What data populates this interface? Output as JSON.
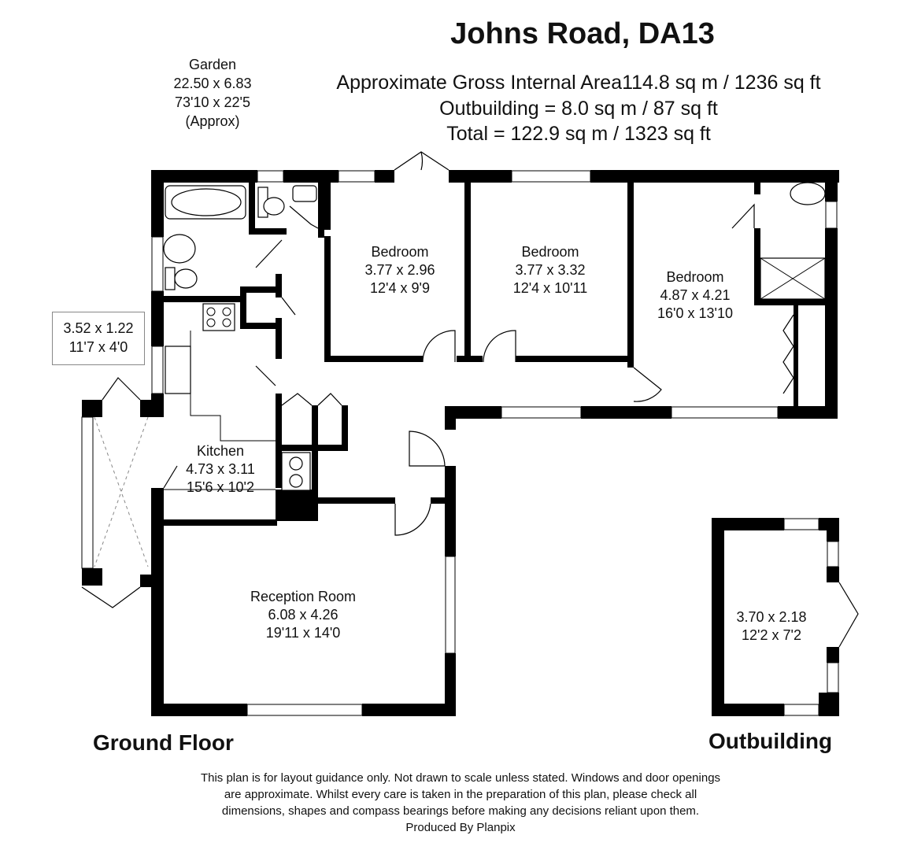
{
  "title": "Johns Road, DA13",
  "area": {
    "line1": "Approximate Gross Internal Area114.8 sq m / 1236 sq ft",
    "line2": "Outbuilding = 8.0 sq m / 87 sq ft",
    "line3": "Total = 122.9 sq m / 1323 sq ft"
  },
  "garden": {
    "name": "Garden",
    "metric": "22.50 x 6.83",
    "imperial": "73'10 x 22'5",
    "note": "(Approx)"
  },
  "rooms": {
    "bedroom1": {
      "name": "Bedroom",
      "metric": "3.77 x 2.96",
      "imperial": "12'4 x 9'9"
    },
    "bedroom2": {
      "name": "Bedroom",
      "metric": "3.77 x 3.32",
      "imperial": "12'4 x 10'11"
    },
    "bedroom3": {
      "name": "Bedroom",
      "metric": "4.87 x 4.21",
      "imperial": "16'0 x 13'10"
    },
    "kitchen": {
      "name": "Kitchen",
      "metric": "4.73 x 3.11",
      "imperial": "15'6 x 10'2"
    },
    "reception": {
      "name": "Reception Room",
      "metric": "6.08 x 4.26",
      "imperial": "19'11 x 14'0"
    },
    "porch": {
      "metric": "3.52 x 1.22",
      "imperial": "11'7 x 4'0"
    },
    "outbuilding": {
      "metric": "3.70 x 2.18",
      "imperial": "12'2 x 7'2"
    }
  },
  "floors": {
    "ground": "Ground Floor",
    "outbuilding": "Outbuilding"
  },
  "disclaimer": {
    "line1": "This plan is for layout guidance only. Not drawn to scale unless stated. Windows and door openings",
    "line2": "are approximate. Whilst every care is taken in the preparation of this plan, please check all",
    "line3": "dimensions, shapes and compass bearings before making any decisions reliant upon them.",
    "line4": "Produced By Planpix"
  }
}
